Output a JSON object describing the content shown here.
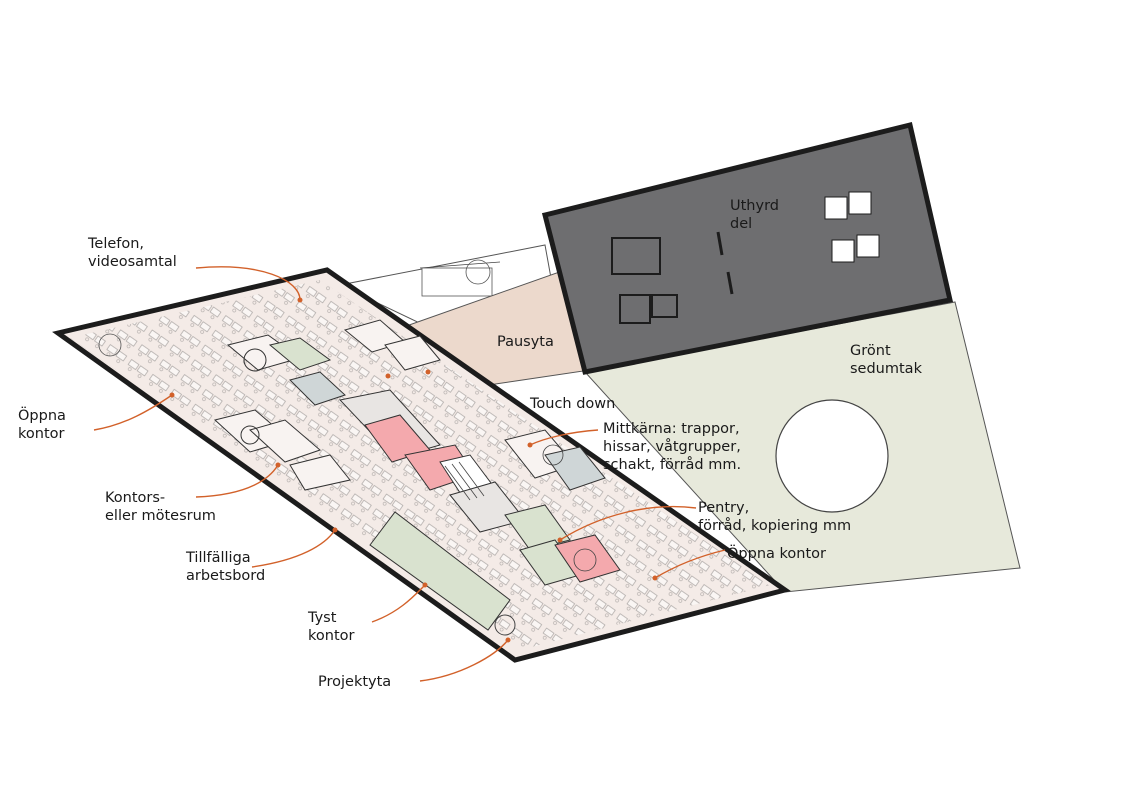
{
  "labels": {
    "telefon": [
      "Telefon,",
      "videosamtal"
    ],
    "oppna_kontor_left": [
      "Öppna",
      "kontor"
    ],
    "kontorsrum": [
      "Kontors-",
      "eller mötesrum"
    ],
    "tillfalliga": [
      "Tillfälliga",
      "arbetsbord"
    ],
    "tyst": [
      "Tyst",
      "kontor"
    ],
    "projektyta": [
      "Projektyta"
    ],
    "pausyta": [
      "Pausyta"
    ],
    "touch_down": [
      "Touch down"
    ],
    "mittkarna": [
      "Mittkärna: trappor,",
      "hissar, våtgrupper,",
      "schakt, förråd mm."
    ],
    "pentry": [
      "Pentry,",
      "förråd, kopiering mm"
    ],
    "oppna_kontor_right": [
      "Öppna kontor"
    ],
    "uthyrd": [
      "Uthyrd",
      "del"
    ],
    "gront": [
      "Grönt",
      "sedumtak"
    ]
  },
  "colors": {
    "floor": "#f4ebe7",
    "pause": "#ecd9cc",
    "core": "#f4a9ad",
    "green_room": "#d9e2cf",
    "grey_room": "#cfd6d7",
    "rented": "#6e6e70",
    "sedum_roof": "#e7e9db",
    "leader": "#d2612a"
  }
}
